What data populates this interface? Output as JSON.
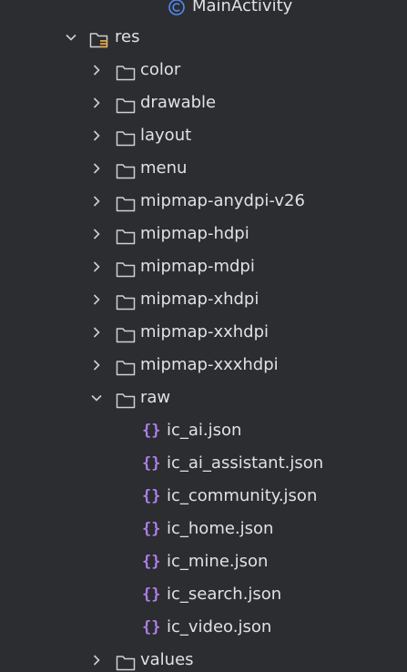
{
  "tree": {
    "main_activity": {
      "label": "MainActivity",
      "icon": "kotlin-class-icon"
    },
    "res": {
      "label": "res",
      "icon": "resource-folder-icon",
      "expanded": true,
      "children": [
        {
          "label": "color",
          "icon": "folder-icon",
          "expanded": false
        },
        {
          "label": "drawable",
          "icon": "folder-icon",
          "expanded": false
        },
        {
          "label": "layout",
          "icon": "folder-icon",
          "expanded": false
        },
        {
          "label": "menu",
          "icon": "folder-icon",
          "expanded": false
        },
        {
          "label": "mipmap-anydpi-v26",
          "icon": "folder-icon",
          "expanded": false
        },
        {
          "label": "mipmap-hdpi",
          "icon": "folder-icon",
          "expanded": false
        },
        {
          "label": "mipmap-mdpi",
          "icon": "folder-icon",
          "expanded": false
        },
        {
          "label": "mipmap-xhdpi",
          "icon": "folder-icon",
          "expanded": false
        },
        {
          "label": "mipmap-xxhdpi",
          "icon": "folder-icon",
          "expanded": false
        },
        {
          "label": "mipmap-xxxhdpi",
          "icon": "folder-icon",
          "expanded": false
        },
        {
          "label": "raw",
          "icon": "folder-icon",
          "expanded": true,
          "children": [
            {
              "label": "ic_ai.json",
              "icon": "json-file-icon"
            },
            {
              "label": "ic_ai_assistant.json",
              "icon": "json-file-icon"
            },
            {
              "label": "ic_community.json",
              "icon": "json-file-icon"
            },
            {
              "label": "ic_home.json",
              "icon": "json-file-icon"
            },
            {
              "label": "ic_mine.json",
              "icon": "json-file-icon"
            },
            {
              "label": "ic_search.json",
              "icon": "json-file-icon"
            },
            {
              "label": "ic_video.json",
              "icon": "json-file-icon"
            }
          ]
        },
        {
          "label": "values",
          "icon": "folder-icon",
          "expanded": false
        }
      ]
    }
  },
  "colors": {
    "background": "#2b2d30",
    "text": "#dfe1e5",
    "icon_outline": "#ced0d6",
    "json_icon": "#b07ee8",
    "class_icon": "#548af7",
    "resource_accent": "#e8a33d"
  }
}
